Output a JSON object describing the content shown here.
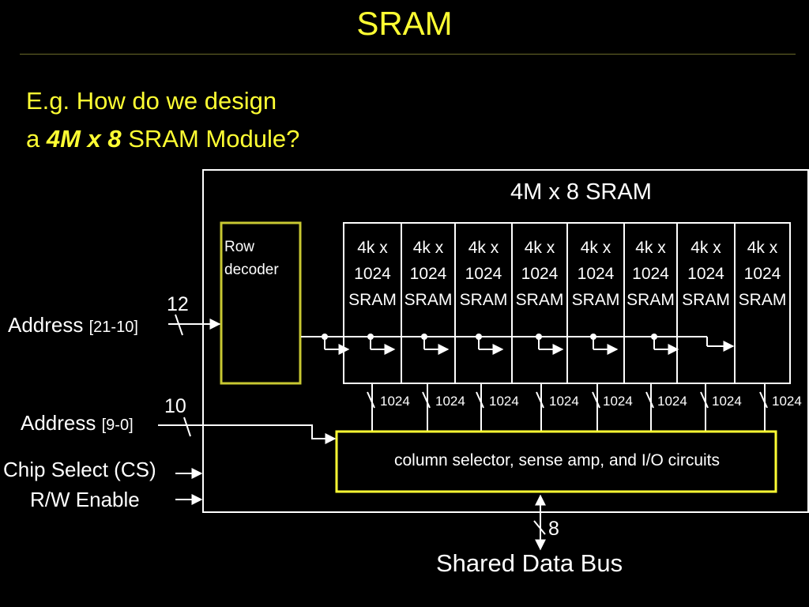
{
  "slide": {
    "title": "SRAM",
    "question_line1": "E.g. How do we design",
    "question_line2_pre": "a ",
    "question_line2_bold": "4M x 8",
    "question_line2_post": " SRAM Module?"
  },
  "module": {
    "title": "4M x 8 SRAM",
    "row_decoder": "Row\ndecoder",
    "column_box": "column selector, sense amp, and I/O circuits"
  },
  "cells": [
    {
      "line1": "4k x",
      "line2": "1024",
      "line3": "SRAM"
    },
    {
      "line1": "4k x",
      "line2": "1024",
      "line3": "SRAM"
    },
    {
      "line1": "4k x",
      "line2": "1024",
      "line3": "SRAM"
    },
    {
      "line1": "4k x",
      "line2": "1024",
      "line3": "SRAM"
    },
    {
      "line1": "4k x",
      "line2": "1024",
      "line3": "SRAM"
    },
    {
      "line1": "4k x",
      "line2": "1024",
      "line3": "SRAM"
    },
    {
      "line1": "4k x",
      "line2": "1024",
      "line3": "SRAM"
    },
    {
      "line1": "4k x",
      "line2": "1024",
      "line3": "SRAM"
    }
  ],
  "bus_widths": [
    "1024",
    "1024",
    "1024",
    "1024",
    "1024",
    "1024",
    "1024",
    "1024"
  ],
  "inputs": {
    "address_high": "Address ",
    "address_high_range": "[21-10]",
    "address_high_width": "12",
    "address_low": "Address ",
    "address_low_range": "[9-0]",
    "address_low_width": "10",
    "chip_select": "Chip Select (CS)",
    "rw_enable": "R/W Enable"
  },
  "data_bus": {
    "width": "8",
    "label": "Shared Data Bus"
  },
  "colors": {
    "accent": "#ffff33",
    "box_border": "#ffffff",
    "decoder_border": "#c8c832"
  }
}
